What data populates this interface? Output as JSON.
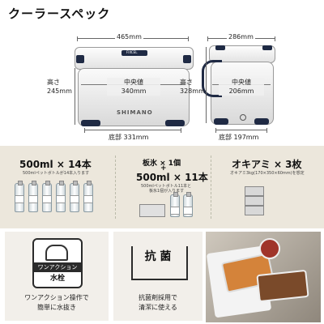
{
  "title": "クーラースペック",
  "front": {
    "width_label": "465mm",
    "height_label_1": "高さ",
    "height_label_2": "245mm",
    "center_label_1": "中央値",
    "center_label_2": "340mm",
    "bottom_label": "底部 331mm",
    "brand": "SHIMANO",
    "model": "FIXCEL"
  },
  "side": {
    "width_label": "286mm",
    "height_label_1": "高さ",
    "height_label_2": "328mm",
    "center_label_1": "中央値",
    "center_label_2": "206mm",
    "bottom_label": "底部 197mm"
  },
  "capacity": {
    "bottles": {
      "main": "500ml × 14本",
      "sub": "500mlペットボトルが14本入ります"
    },
    "ice": {
      "line1": "板氷 × 1個",
      "plus": "+",
      "line2": "500ml × 11本",
      "sub1": "500mlペットボトル11本と",
      "sub2": "板氷1個が入ります"
    },
    "krill": {
      "main": "オキアミ × 3枚",
      "sub": "オキアミ3kg(170×350×60mm)を想定"
    }
  },
  "features": {
    "drain": {
      "icon_text_1": "ワンアクション",
      "icon_text_2": "水栓",
      "caption_1": "ワンアクション操作で",
      "caption_2": "簡単に水抜き"
    },
    "antibac": {
      "icon_text": "抗 菌",
      "caption_1": "抗菌剤採用で",
      "caption_2": "清潔に使える"
    }
  }
}
